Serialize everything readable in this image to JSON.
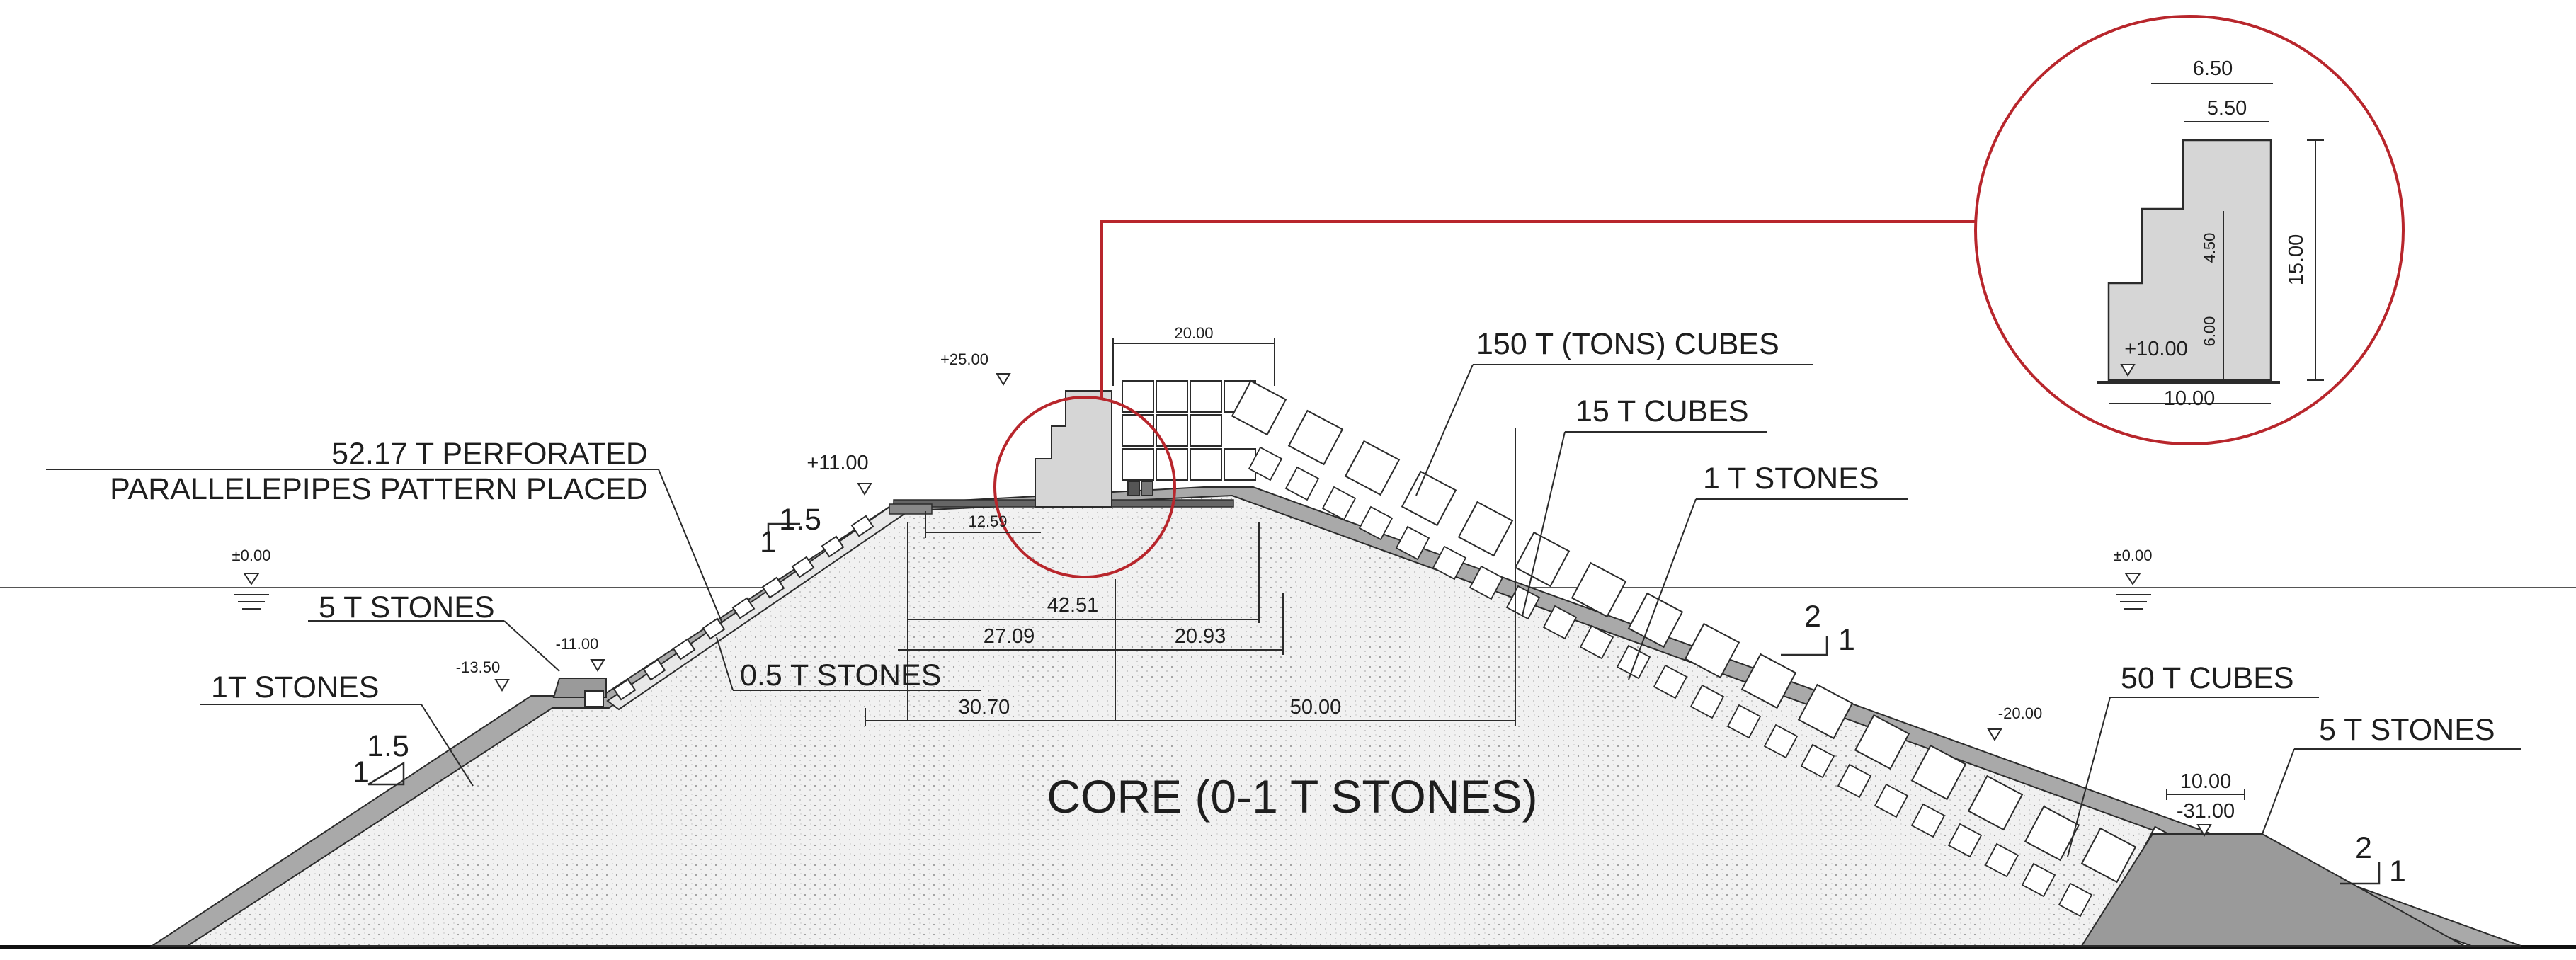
{
  "labels": {
    "perforated_line1": "52.17 T PERFORATED",
    "perforated_line2": "PARALLELEPIPES PATTERN PLACED",
    "five_t_stones_left": "5 T STONES",
    "one_t_stones_left": "1T STONES",
    "half_t_stones": "0.5 T STONES",
    "cubes_150": "150 T (TONS) CUBES",
    "cubes_15": "15 T CUBES",
    "one_t_stones_right": "1 T STONES",
    "cubes_50": "50 T CUBES",
    "five_t_stones_right": "5 T STONES",
    "core": "CORE (0-1 T STONES)"
  },
  "levels": {
    "water_left": "±0.00",
    "water_right": "±0.00",
    "toe_left_low": "-13.50",
    "toe_left": "-11.00",
    "berm": "+11.00",
    "crest": "+25.00",
    "toe_right": "-20.00",
    "toe_right_low": "-31.00",
    "detail_base": "+10.00"
  },
  "dimensions": {
    "crest_width": "20.00",
    "berm_width": "12.59",
    "d42": "42.51",
    "d27": "27.09",
    "d20": "20.93",
    "d30": "30.70",
    "d50": "50.00",
    "toe_width": "10.00"
  },
  "slopes": {
    "left_upper_h": "1.5",
    "left_upper_v": "1",
    "left_lower_h": "1.5",
    "left_lower_v": "1",
    "right_h": "2",
    "right_v": "1",
    "right_toe_h": "2",
    "right_toe_v": "1"
  },
  "detail": {
    "width_top": "6.50",
    "width_mid": "5.50",
    "step_height": "4.50",
    "base_height": "6.00",
    "total_height": "15.00",
    "base_width": "10.00"
  },
  "colors": {
    "line": "#2b2b2b",
    "armour_gray": "#a9a9a9",
    "core_fill": "#f1f1f1",
    "block_fill": "#d6d6d6",
    "callout_red": "#b8262c"
  }
}
